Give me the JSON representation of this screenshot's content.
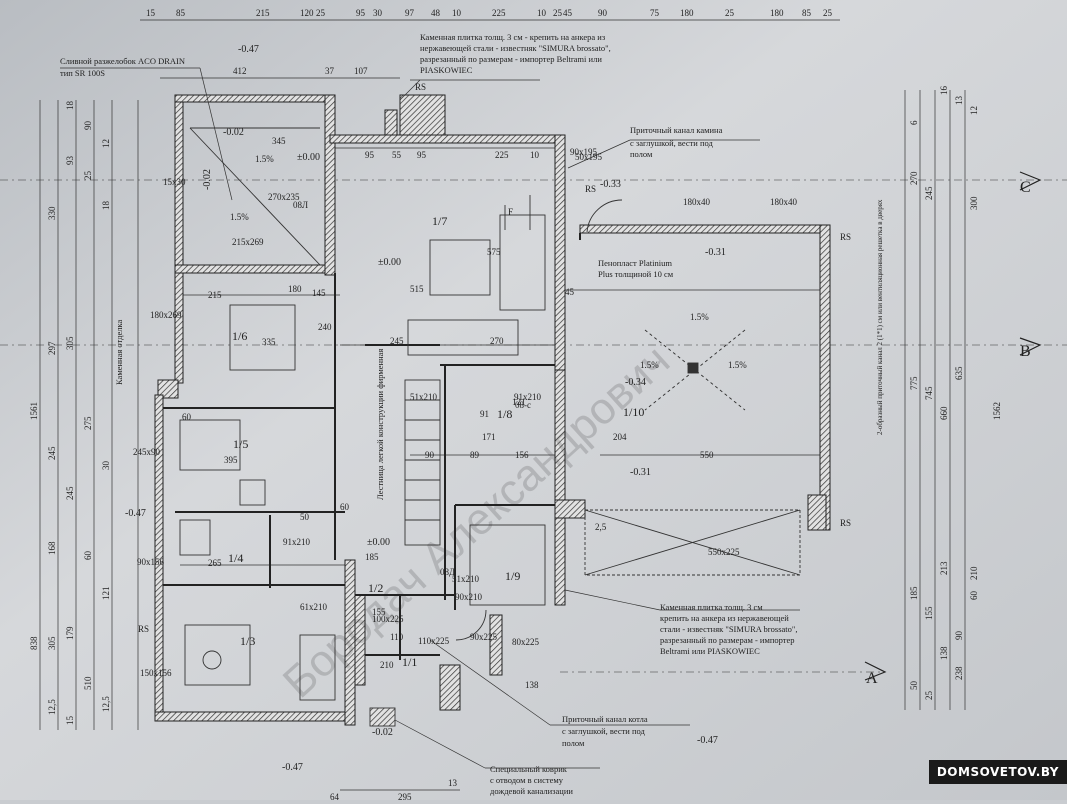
{
  "site_label": "DOMSOVETOV.BY",
  "watermark": "Бородач Александрович",
  "rooms": [
    {
      "id": "1/1",
      "level": "±0.00"
    },
    {
      "id": "1/2",
      "level": ""
    },
    {
      "id": "1/3",
      "level": ""
    },
    {
      "id": "1/4",
      "level": ""
    },
    {
      "id": "1/5",
      "level": ""
    },
    {
      "id": "1/6",
      "level": ""
    },
    {
      "id": "1/7",
      "level": "±0.00"
    },
    {
      "id": "1/8",
      "level": ""
    },
    {
      "id": "1/9",
      "level": ""
    },
    {
      "id": "1/10",
      "level": "-0.34"
    }
  ],
  "levels": [
    "-0.47",
    "-0.02",
    "-0.02",
    "±0.00",
    "-0.33",
    "-0.31",
    "-0.31",
    "-0.34",
    "±0.00",
    "±0.00",
    "-0.47",
    "-0.47",
    "-0.47",
    "-0.02"
  ],
  "notes": {
    "drain": [
      "Сливной разжелобок ACO DRAIN",
      "тип SR 100S"
    ],
    "stone_top": [
      "Каменная плитка толщ. 3 см - крепить на анкера из",
      "нержавеющей стали - известняк \"SIMURA brossato\",",
      "разрезанный по размерам - импортер Beltrami или",
      "PIASKOWIEC"
    ],
    "fireplace_channel": [
      "Приточный канал камина",
      "с заглушкой, вести под",
      "полом"
    ],
    "penoplast": [
      "Пенопласт Platinium",
      "Plus толщиной 10 см"
    ],
    "stone_right": [
      "Каменная плитка толщ. 3 см",
      "крепить на анкера из нержавеющей",
      "стали - известняк \"SIMURA brossato\",",
      "разрезанный по размерам - импортер",
      "Beltrami или PIASKOWIEC"
    ],
    "boiler_channel": [
      "Приточный канал котла",
      "с заглушкой, вести под",
      "полом"
    ],
    "doormat": [
      "Специальный коврик",
      "с отводом в систему",
      "дождевой канализации"
    ],
    "stone_lining": "Каменная отделка",
    "stair": "Лестница легкой конструкции фирменная",
    "vent": "2-образный приточный канал 2 (1*1) см или вентиляционная решетка в дверях"
  },
  "axis_labels": [
    "C",
    "B",
    "A"
  ],
  "top_dims": [
    "15",
    "85",
    "215",
    "120",
    "25",
    "95",
    "30",
    "97",
    "48",
    "10",
    "225",
    "10",
    "25",
    "45",
    "90",
    "75",
    "180",
    "25",
    "180",
    "85",
    "25"
  ],
  "row2_dims": [
    "412",
    "37",
    "107"
  ],
  "row3_dims": [
    "345",
    "95",
    "55",
    "95",
    "225",
    "10",
    "45"
  ],
  "left_dims_outer": [
    "1561",
    "838"
  ],
  "left_dims_mid": [
    "330",
    "297",
    "245",
    "168",
    "305",
    "12,5"
  ],
  "left_dims_inner": [
    "18",
    "90",
    "12",
    "93",
    "25",
    "18",
    "305",
    "275",
    "30",
    "245",
    "60",
    "121",
    "179",
    "510",
    "12,5",
    "15"
  ],
  "right_dims_outer": [
    "1562"
  ],
  "right_dims": [
    "775",
    "745",
    "660",
    "635",
    "300",
    "270",
    "245",
    "213",
    "238",
    "210",
    "185",
    "155",
    "138",
    "90",
    "60",
    "50",
    "25",
    "16",
    "13",
    "12",
    "6"
  ],
  "bottom_dims": [
    "64",
    "295",
    "13"
  ],
  "inner_dims": [
    "515",
    "575",
    "335",
    "240",
    "270",
    "245",
    "395",
    "265",
    "215",
    "210",
    "550",
    "204",
    "156",
    "171",
    "89",
    "90",
    "60",
    "50",
    "145",
    "180",
    "60",
    "185",
    "155",
    "110",
    "138",
    "91",
    "121",
    "2,5"
  ],
  "openings": [
    "270x235",
    "180x269",
    "245x90",
    "90x156",
    "150x156",
    "51x210",
    "91x210",
    "51x210",
    "91x210",
    "61x210",
    "90x225",
    "90x210",
    "100x225",
    "110x225",
    "80x225",
    "180x40",
    "180x40",
    "50x195",
    "90x195",
    "15x30",
    "215x269",
    "550x225"
  ],
  "sections": [
    "C",
    "B",
    "A"
  ],
  "misc": [
    "RS",
    "RS",
    "RS",
    "RS",
    "RS",
    "1.5%",
    "1.5%",
    "1.5%",
    "1.5%",
    "1.5%",
    "F",
    "08Л",
    "08Д",
    "08-с"
  ]
}
